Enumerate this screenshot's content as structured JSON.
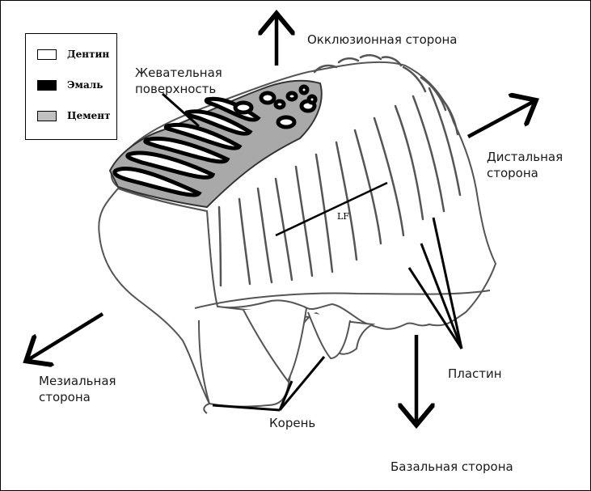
{
  "legend": {
    "items": [
      {
        "label": "Дентин",
        "color": "#ffffff"
      },
      {
        "label": "Эмаль",
        "color": "#000000"
      },
      {
        "label": "Цемент",
        "color": "#c0c0c0"
      }
    ]
  },
  "labels": {
    "occlusal": "Окклюзионная сторона",
    "chewing_surface": "Жевательная\nповерхность",
    "distal": "Дистальная\nсторона",
    "mesial": "Мезиальная\nсторона",
    "basal": "Базальная сторона",
    "root": "Корень",
    "plates": "Пластин",
    "lf": "LF"
  }
}
